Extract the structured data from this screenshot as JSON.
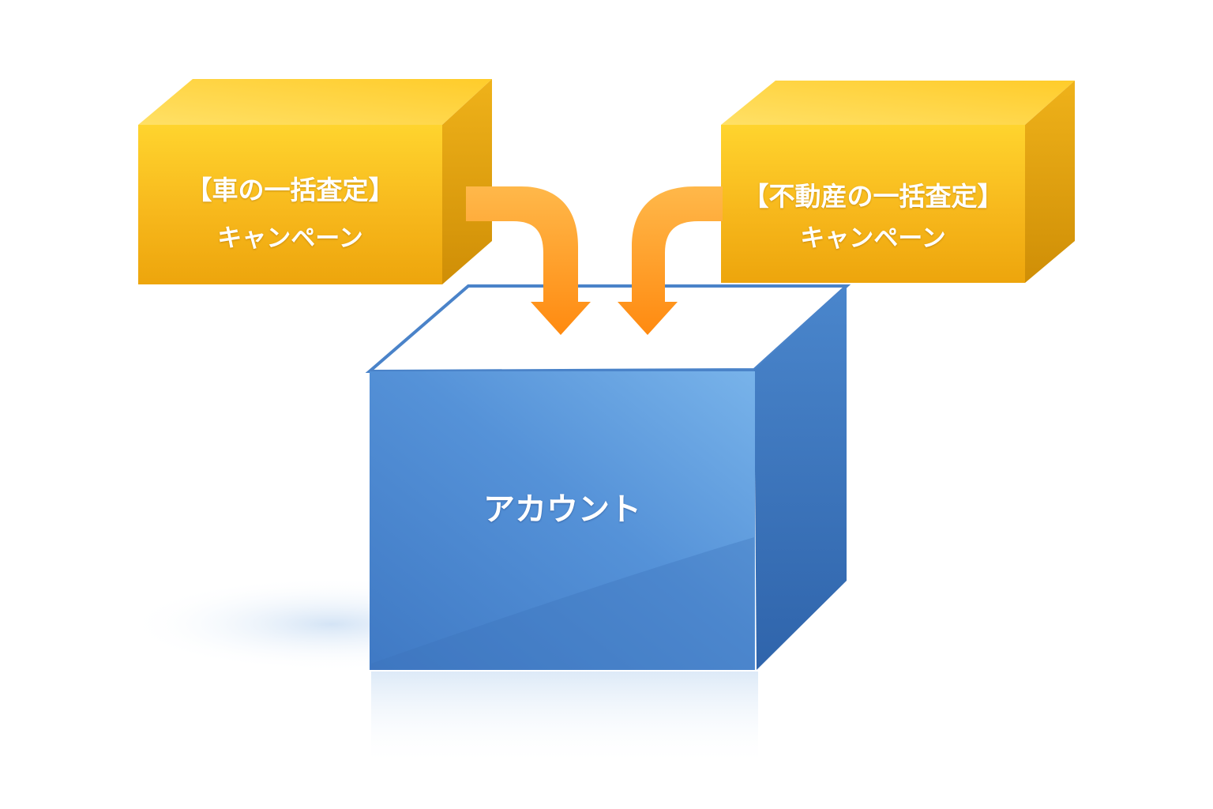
{
  "nodes": {
    "left_box": {
      "line1": "【車の一括査定】",
      "line2": "キャンペーン"
    },
    "right_box": {
      "line1": "【不動産の一括査定】",
      "line2": "キャンペーン"
    },
    "center_box": {
      "label": "アカウント"
    }
  },
  "colors": {
    "gold_front": "#f6b71a",
    "gold_top": "#ffd84a",
    "gold_side": "#d89a0a",
    "blue_front": "#4f8fd6",
    "blue_side": "#3a72bb",
    "box_top": "#ffffff",
    "arrow": "#ff9a1e"
  }
}
